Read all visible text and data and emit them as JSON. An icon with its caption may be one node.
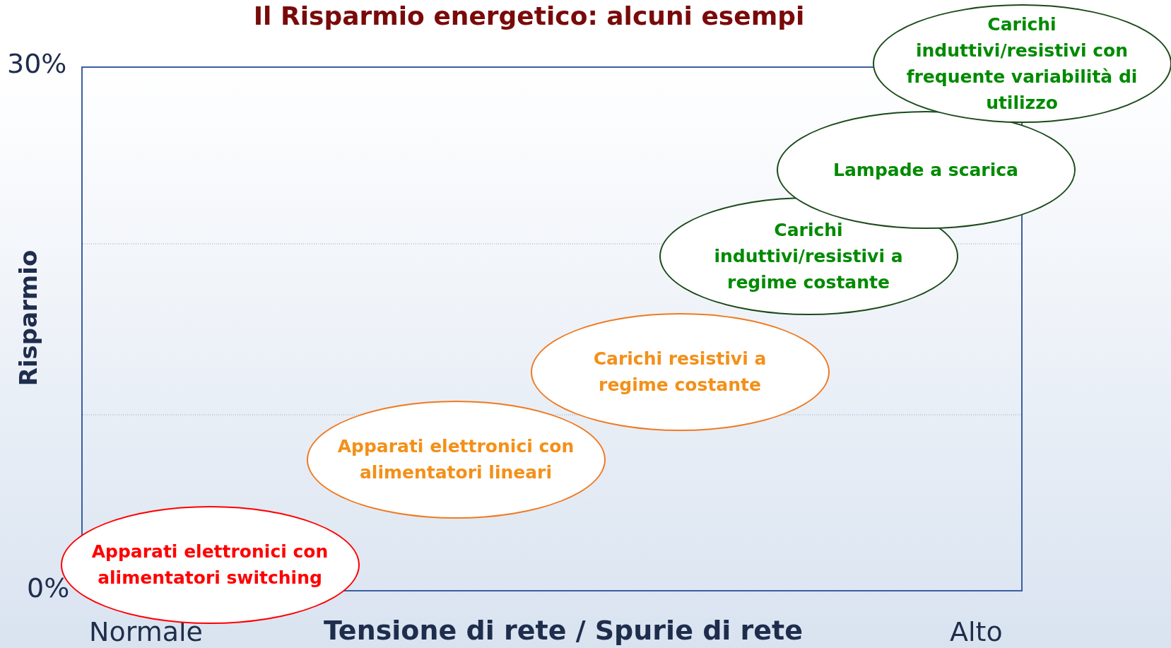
{
  "diagram": {
    "title": "Il Risparmio energetico: alcuni esempi",
    "nodes": [
      {
        "text": [
          "Apparati elettronici con alimentatori switching"
        ]
      },
      {
        "text": [
          "Apparati elettronici con alimentatori lineari"
        ]
      },
      {
        "text": [
          "Carichi resistivi a regime costante"
        ]
      },
      {
        "text": [
          "Carichi induttivi/resistivi a regime costante"
        ]
      },
      {
        "text": [
          "Lampade a scarica"
        ]
      },
      {
        "text": [
          "Carichi induttivi/resistivi con frequente variabilità di utilizzo"
        ]
      }
    ],
    "labels": [
      "30%",
      "Risparmio",
      "0%",
      "Normale",
      "Tensione di rete / Spurie di rete",
      "Alto"
    ]
  }
}
